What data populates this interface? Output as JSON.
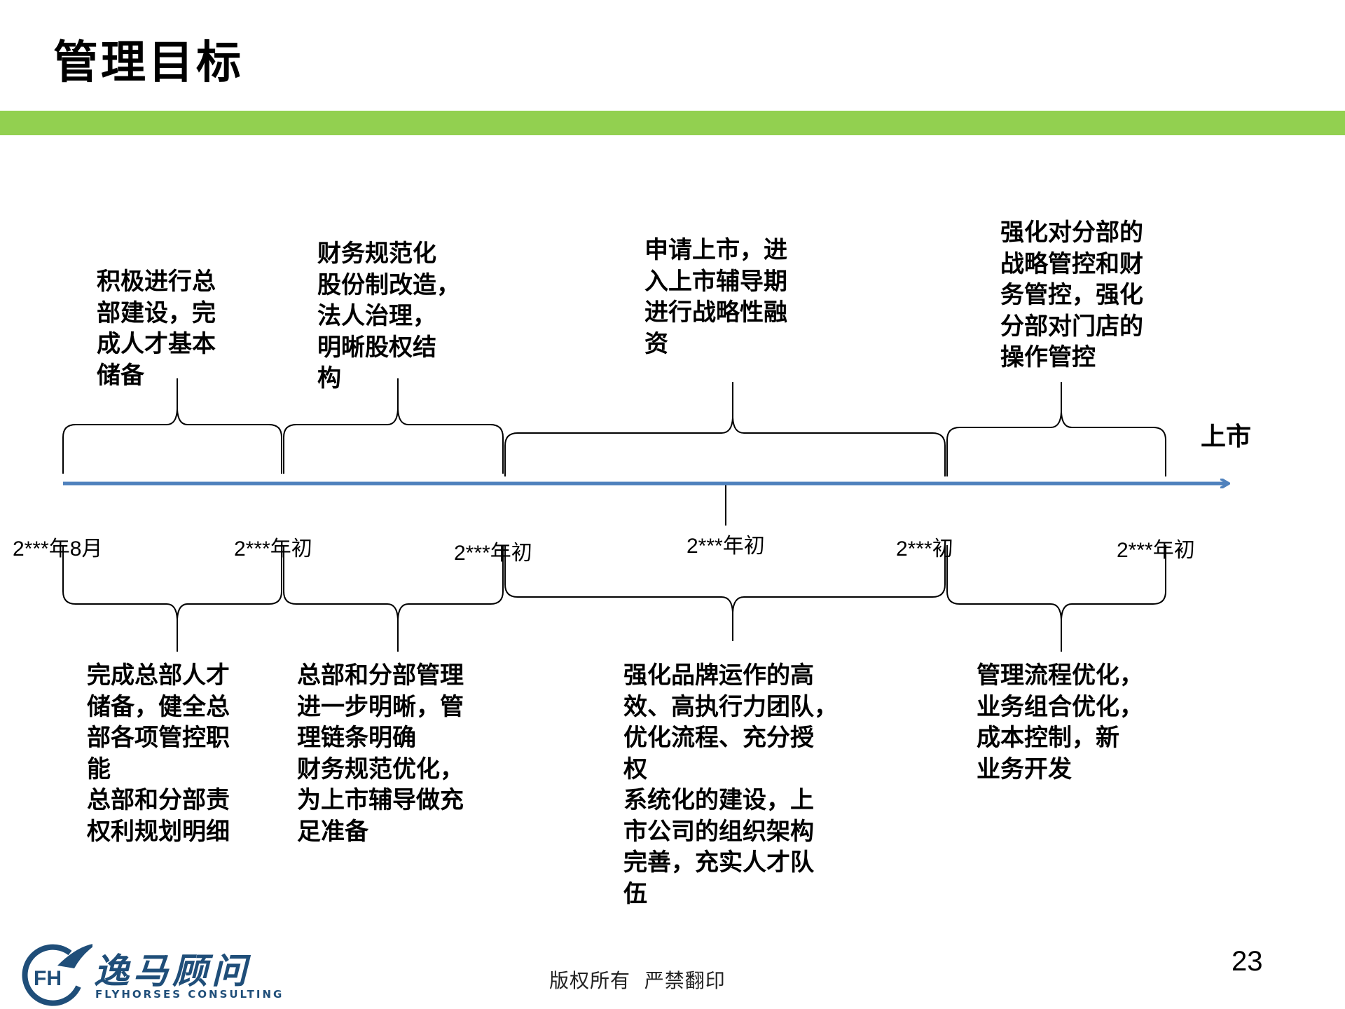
{
  "title": "管理目标",
  "colors": {
    "accent_green": "#92d050",
    "arrow_blue": "#4f81bd",
    "logo_blue": "#1f4e79"
  },
  "timeline": {
    "end_label": "上市",
    "dates": [
      "2***年8月",
      "2***年初",
      "2***年初",
      "2***年初",
      "2***初",
      "2***年初"
    ],
    "top_notes": [
      "积极进行总\n部建设，完\n成人才基本\n储备",
      "财务规范化\n股份制改造，\n法人治理，\n明晰股权结\n构",
      "申请上市，进\n入上市辅导期\n进行战略性融\n资",
      "强化对分部的\n战略管控和财\n务管控，强化\n分部对门店的\n操作管控"
    ],
    "bottom_notes": [
      "完成总部人才\n储备，健全总\n部各项管控职\n能\n总部和分部责\n权利规划明细",
      "总部和分部管理\n进一步明晰，管\n理链条明确\n财务规范优化，\n为上市辅导做充\n足准备",
      "强化品牌运作的高\n效、高执行力团队，\n优化流程、充分授\n权\n系统化的建设，上\n市公司的组织架构\n完善，充实人才队\n伍",
      "管理流程优化，\n业务组合优化，\n成本控制，新\n业务开发"
    ]
  },
  "footer": {
    "copyright": "版权所有  严禁翻印",
    "page_number": "23",
    "logo_name": "逸马顾问",
    "logo_subtitle": "FLYHORSES CONSULTING",
    "logo_mark": "FH"
  }
}
